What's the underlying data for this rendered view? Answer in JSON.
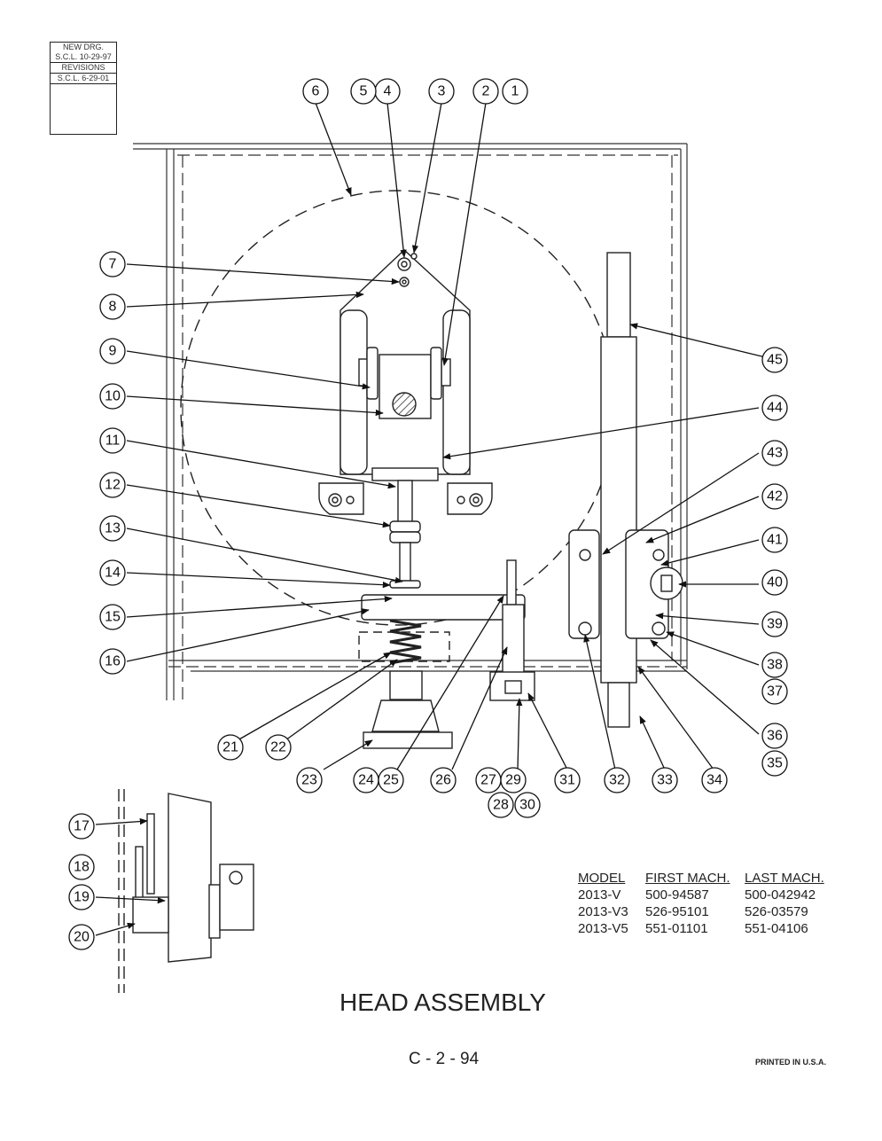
{
  "revision_block": {
    "line1": "NEW DRG.",
    "line2": "S.C.L. 10-29-97",
    "line3": "REVISIONS",
    "line4": "S.C.L. 6-29-01"
  },
  "callouts": {
    "c1": "1",
    "c2": "2",
    "c3": "3",
    "c4": "4",
    "c5": "5",
    "c6": "6",
    "c7": "7",
    "c8": "8",
    "c9": "9",
    "c10": "10",
    "c11": "11",
    "c12": "12",
    "c13": "13",
    "c14": "14",
    "c15": "15",
    "c16": "16",
    "c17": "17",
    "c18": "18",
    "c19": "19",
    "c20": "20",
    "c21": "21",
    "c22": "22",
    "c23": "23",
    "c24": "24",
    "c25": "25",
    "c26": "26",
    "c27": "27",
    "c28": "28",
    "c29": "29",
    "c30": "30",
    "c31": "31",
    "c32": "32",
    "c33": "33",
    "c34": "34",
    "c35": "35",
    "c36": "36",
    "c37": "37",
    "c38": "38",
    "c39": "39",
    "c40": "40",
    "c41": "41",
    "c42": "42",
    "c43": "43",
    "c44": "44",
    "c45": "45"
  },
  "model_table": {
    "headers": [
      "MODEL",
      "FIRST MACH.",
      "LAST MACH."
    ],
    "rows": [
      [
        "2013-V",
        "500-94587",
        "500-042942"
      ],
      [
        "2013-V3",
        "526-95101",
        "526-03579"
      ],
      [
        "2013-V5",
        "551-01101",
        "551-04106"
      ]
    ]
  },
  "title": "HEAD ASSEMBLY",
  "page_number": "C - 2 - 94",
  "printed": "PRINTED IN U.S.A."
}
